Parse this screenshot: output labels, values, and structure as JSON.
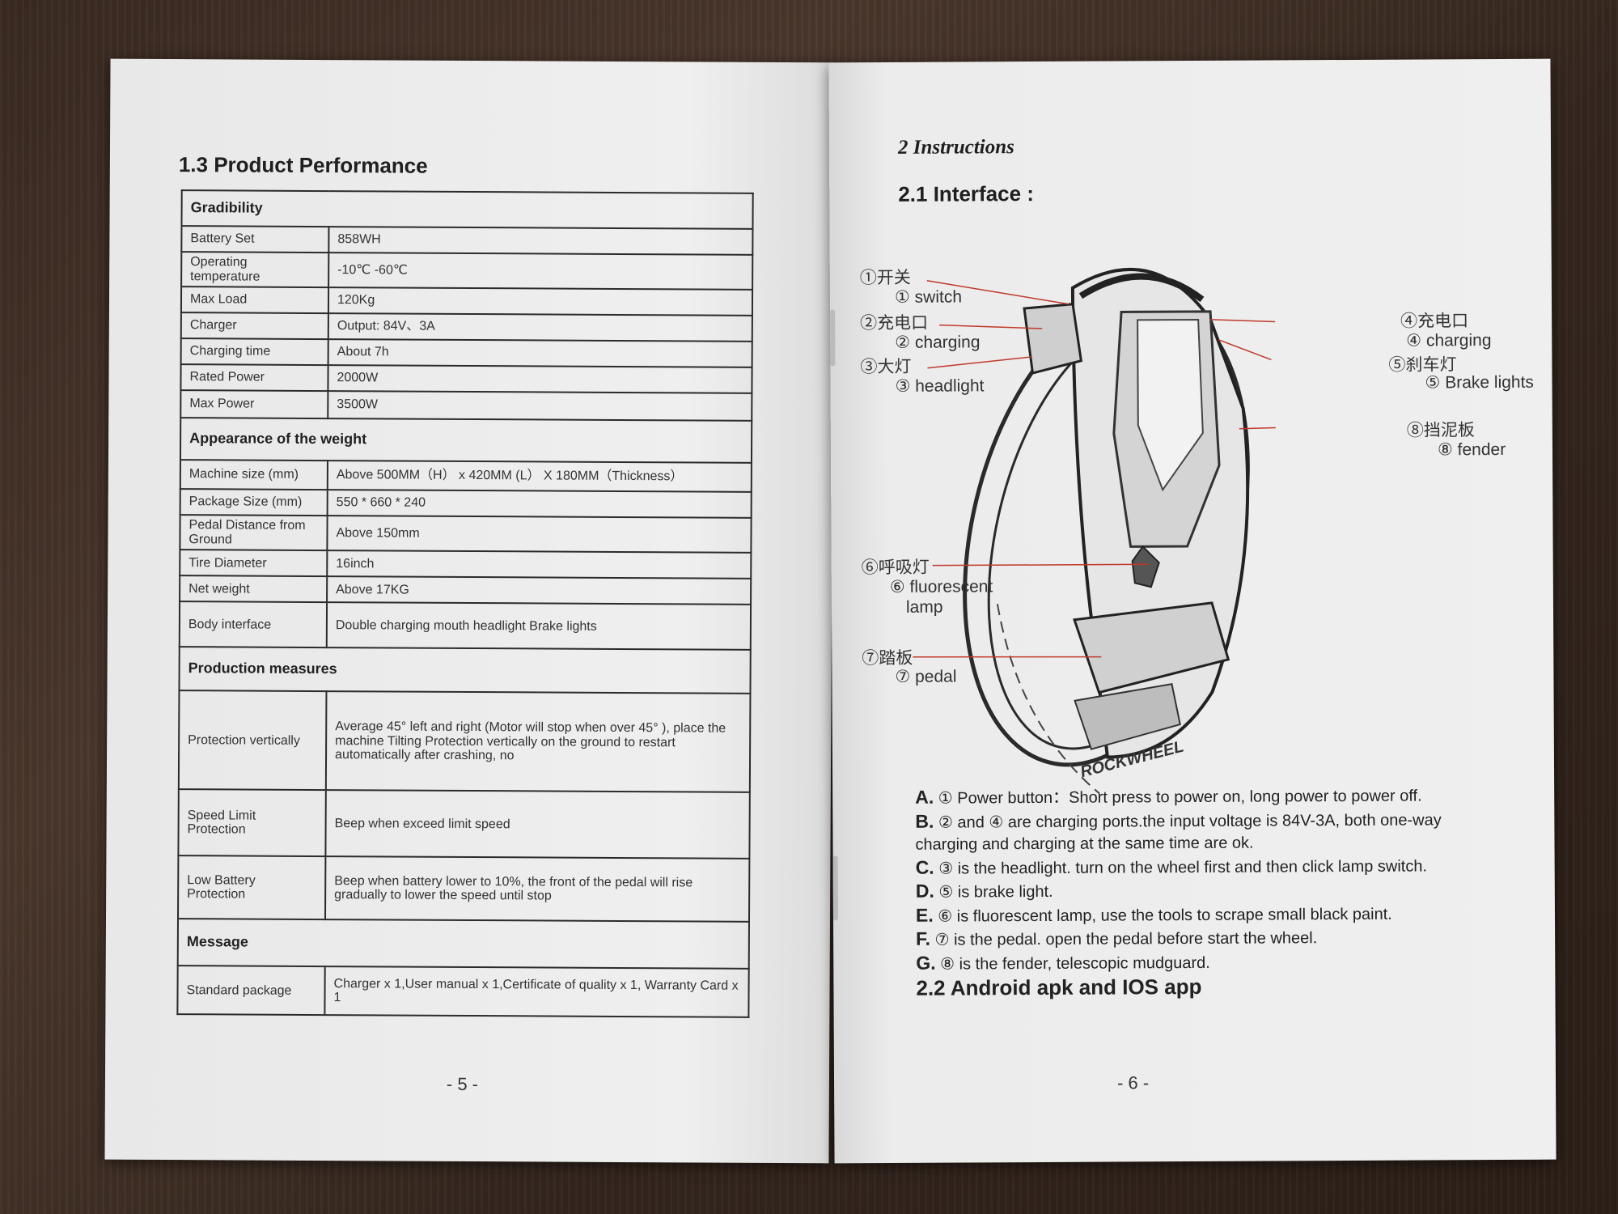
{
  "left_page": {
    "title": "1.3 Product Performance",
    "page_number": "- 5 -",
    "table": [
      {
        "group": "Gradibility"
      },
      {
        "key": "Battery Set",
        "value": "858WH"
      },
      {
        "key": "Operating temperature",
        "value": "-10℃ -60℃"
      },
      {
        "key": "Max Load",
        "value": "120Kg"
      },
      {
        "key": "Charger",
        "value": "Output: 84V、3A"
      },
      {
        "key": "Charging time",
        "value": "About 7h"
      },
      {
        "key": "Rated Power",
        "value": "2000W"
      },
      {
        "key": "Max Power",
        "value": "3500W"
      },
      {
        "group": "Appearance of the weight"
      },
      {
        "key": "Machine size (mm)",
        "value": "Above 500MM（H） x 420MM (L） X 180MM（Thickness）"
      },
      {
        "key": "Package Size (mm)",
        "value": "550 * 660 * 240"
      },
      {
        "key": "Pedal Distance from Ground",
        "value": "Above 150mm"
      },
      {
        "key": "Tire Diameter",
        "value": "16inch"
      },
      {
        "key": "Net weight",
        "value": "Above 17KG"
      },
      {
        "key": "Body interface",
        "value": "Double charging mouth  headlight  Brake lights"
      },
      {
        "group": "Production measures"
      },
      {
        "key": "Protection vertically",
        "value": "Average 45°  left and right (Motor will stop when over 45°  ), place the machine Tilting Protection vertically on the ground to restart automatically after crashing, no"
      },
      {
        "key": "Speed Limit Protection",
        "value": "Beep when exceed limit speed"
      },
      {
        "key": "Low Battery Protection",
        "value": "Beep when battery lower to 10%, the front of the pedal will rise gradually to lower the speed until stop"
      },
      {
        "group": "Message"
      },
      {
        "key": "Standard package",
        "value": "Charger x 1,User manual  x 1,Certificate of quality  x 1, Warranty Card x 1"
      }
    ]
  },
  "right_page": {
    "chapter": "2 Instructions",
    "section": "2.1 Interface :",
    "brand_on_wheel": "ROCKWHEEL",
    "labels": {
      "l1_cn": "①开关",
      "l1_en": "① switch",
      "l2_cn": "②充电口",
      "l2_en": "② charging",
      "l3_cn": "③大灯",
      "l3_en": "③ headlight",
      "l4_cn": "④充电口",
      "l4_en": "④ charging",
      "l5_cn": "⑤刹车灯",
      "l5_en": "⑤ Brake lights",
      "l6_cn": "⑥呼吸灯",
      "l6_en": "⑥ fluorescent",
      "l6_en2": "lamp",
      "l7_cn": "⑦踏板",
      "l7_en": "⑦ pedal",
      "l8_cn": "⑧挡泥板",
      "l8_en": "⑧ fender"
    },
    "instructions": [
      {
        "letter": "A.",
        "text": "① Power button：Short press to power on, long power to power off."
      },
      {
        "letter": "B.",
        "text": "②  and  ④  are charging ports.the input voltage is 84V-3A, both one-way charging and charging at the same time are ok."
      },
      {
        "letter": "C.",
        "text": "③  is the headlight. turn on the wheel first and then click lamp switch."
      },
      {
        "letter": "D.",
        "text": "⑤ is brake light."
      },
      {
        "letter": "E.",
        "text": "⑥ is fluorescent lamp, use the tools to scrape small black paint."
      },
      {
        "letter": "F.",
        "text": "⑦ is the pedal. open the pedal before start the wheel."
      },
      {
        "letter": "G.",
        "text": "⑧ is the fender, telescopic mudguard."
      }
    ],
    "subsection": "2.2 Android apk and IOS app",
    "page_number": "- 6 -"
  }
}
